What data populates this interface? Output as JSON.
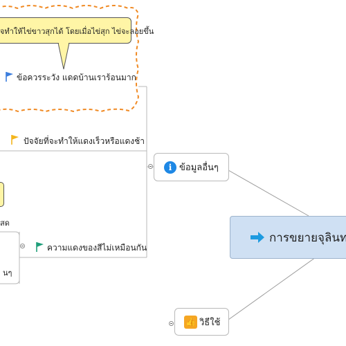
{
  "central_topic": {
    "label": "การขยายจุลินท",
    "icon": "arrow-right-icon",
    "color": "#cfe0f3"
  },
  "callout": {
    "text": "จทำให้ไข่ขาวสุกได้ โดยเมื่อไข่สุก ไข่จะลอยขึ้น",
    "color": "#fff5a6"
  },
  "topics": {
    "info": {
      "label": "ข้อมูลอื่นๆ",
      "icon": "info-icon"
    },
    "usage": {
      "label": "วิธีใช้",
      "icon": "thumbs-up-icon"
    }
  },
  "subtopics": {
    "caution": {
      "label": "ข้อควรระวัง แดดบ้านเราร้อนมาก",
      "flag": "blue-flag-icon"
    },
    "factors": {
      "label": "ปัจจัยที่จะทำให้แดงเร็วหรือแดงช้า",
      "flag": "yellow-flag-icon"
    },
    "differences": {
      "label": "ความแดงของสีไม่เหมือนกัน",
      "flag": "green-flag-icon"
    }
  },
  "fragments": {
    "sod": "สด",
    "fragment_n": "นๆ"
  },
  "colors": {
    "boundary": "#f08a24",
    "connector": "#9a9a9a",
    "blue_flag": "#3b7ddd",
    "yellow_flag": "#f3b51c",
    "green_flag": "#1f9e7a",
    "info_blue": "#1e88e5",
    "arrow_blue": "#1e9be0",
    "thumb_orange": "#f5a623"
  }
}
